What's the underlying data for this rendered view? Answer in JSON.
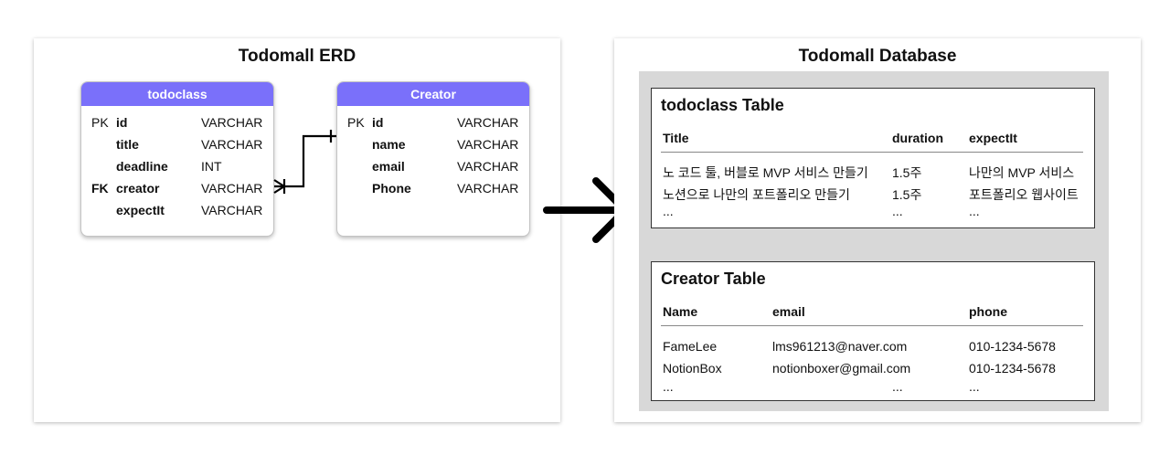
{
  "erd": {
    "title": "Todomall ERD",
    "todoclass": {
      "name": "todoclass",
      "attributes": [
        {
          "key": "PK",
          "name": "id",
          "type": "VARCHAR"
        },
        {
          "key": "",
          "name": "title",
          "type": "VARCHAR"
        },
        {
          "key": "",
          "name": "deadline",
          "type": "INT"
        },
        {
          "key": "FK",
          "name": "creator",
          "type": "VARCHAR"
        },
        {
          "key": "",
          "name": "expectIt",
          "type": "VARCHAR"
        }
      ]
    },
    "creator": {
      "name": "Creator",
      "attributes": [
        {
          "key": "PK",
          "name": "id",
          "type": "VARCHAR"
        },
        {
          "key": "",
          "name": "name",
          "type": "VARCHAR"
        },
        {
          "key": "",
          "name": "email",
          "type": "VARCHAR"
        },
        {
          "key": "",
          "name": "Phone",
          "type": "VARCHAR"
        }
      ]
    },
    "relationship": "todoclass.creator (many) → Creator.id (one)"
  },
  "database": {
    "title": "Todomall Database",
    "todoclass_table": {
      "title": "todoclass Table",
      "columns": [
        "Title",
        "duration",
        "expectIt"
      ],
      "rows": [
        [
          "노 코드 툴, 버블로 MVP 서비스 만들기",
          "1.5주",
          "나만의 MVP 서비스"
        ],
        [
          "노션으로 나만의 포트폴리오 만들기",
          "1.5주",
          "포트폴리오 웹사이트"
        ],
        [
          "...",
          "...",
          "..."
        ]
      ]
    },
    "creator_table": {
      "title": "Creator Table",
      "columns": [
        "Name",
        "email",
        "phone"
      ],
      "rows": [
        [
          "FameLee",
          "lms961213@naver.com",
          "010-1234-5678"
        ],
        [
          "NotionBox",
          "notionboxer@gmail.com",
          "010-1234-5678"
        ],
        [
          "...",
          "...",
          "..."
        ]
      ]
    }
  },
  "colors": {
    "entity_header": "#7a70fa",
    "db_background": "#d8d8d8"
  }
}
